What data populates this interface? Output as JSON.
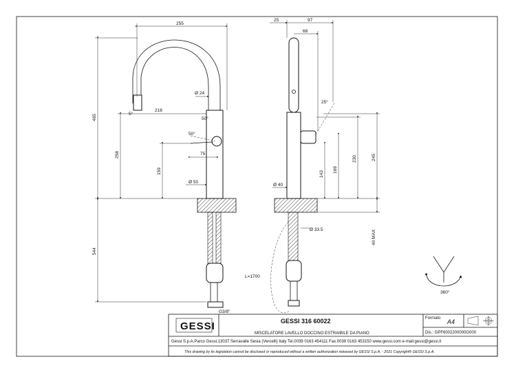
{
  "drawing": {
    "front_dims": {
      "width_top": "255",
      "pipe_dia": "Ø 24",
      "spout_reach": "218",
      "spray_angle": "5°",
      "lever_angle_a": "50°",
      "lever_angle_b": "50°",
      "lever_offset": "75",
      "height_lever": "258",
      "height_body": "159",
      "body_dia": "Ø 50",
      "total_height": "465",
      "below_counter": "544",
      "connection": "G3/8\""
    },
    "side_dims": {
      "offset_25": "25",
      "depth_97": "97",
      "spout_68": "68",
      "lever_angle": "25°",
      "h_143": "143",
      "h_169": "169",
      "h_230": "230",
      "h_245": "245",
      "body_dia": "Ø 40",
      "hole_dia": "Ø 33.5",
      "max_thickness": "40 MAX",
      "hose_length": "L=1700"
    },
    "rotation_label": "360°"
  },
  "title_block": {
    "logo_text": "GESSI",
    "product_code": "GESSI 316 60022",
    "description": "MISCELATORE LAVELLO DOCCINO ESTRAIBILE DA PIANO",
    "format_label": "Formato",
    "format_value": "A4",
    "dis_label": "Dis.: GPF6002200000G000",
    "address": "Gessi S.p.A.Parco Gessi,13037 Serravalle Sesia (Vercelli) Italy Tel.0039 0163 454111 Fax.0039 0163 453150 www.gessi.com e-mail:gessi@gessi.it",
    "legal": "This drawing by its legislation cannot be disclosed or reproduced without a written authorization released by GESSI S.p.A. - 2021 Copyright® GESSI S.p.A."
  }
}
